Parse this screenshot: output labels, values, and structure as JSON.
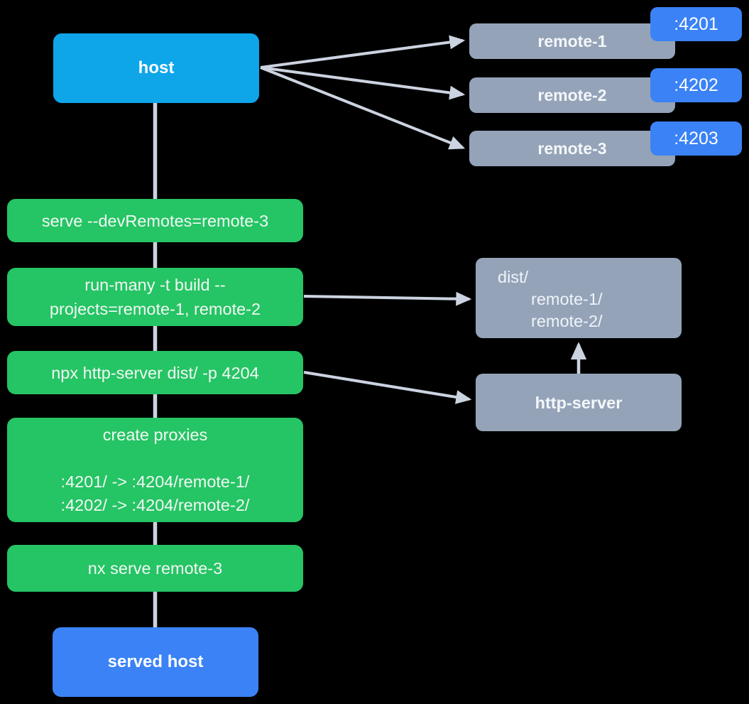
{
  "diagram": {
    "nodes": {
      "host": "host",
      "served_host": "served host",
      "http_server": "http-server",
      "dist": {
        "root": "dist/",
        "child1": "remote-1/",
        "child2": "remote-2/"
      },
      "remotes": [
        {
          "name": "remote-1",
          "port": ":4201"
        },
        {
          "name": "remote-2",
          "port": ":4202"
        },
        {
          "name": "remote-3",
          "port": ":4203"
        }
      ]
    },
    "steps": {
      "serve": "serve --devRemotes=remote-3",
      "run_many_line1": "run-many -t build --",
      "run_many_line2": "projects=remote-1, remote-2",
      "http_server_cmd": "npx http-server dist/ -p 4204",
      "proxies_title": "create proxies",
      "proxy_map_1": ":4201/ -> :4204/remote-1/",
      "proxy_map_2": ":4202/ -> :4204/remote-2/",
      "nx_serve": "nx serve remote-3"
    },
    "colors": {
      "host_box": "#0ea5e9",
      "remote_box": "#94a3b8",
      "port_badge": "#3b82f6",
      "step_box": "#25c464",
      "served_host_box": "#3b82f6",
      "connector": "#ccd3e0",
      "background": "#000000",
      "text": "#fbfdfe"
    }
  }
}
